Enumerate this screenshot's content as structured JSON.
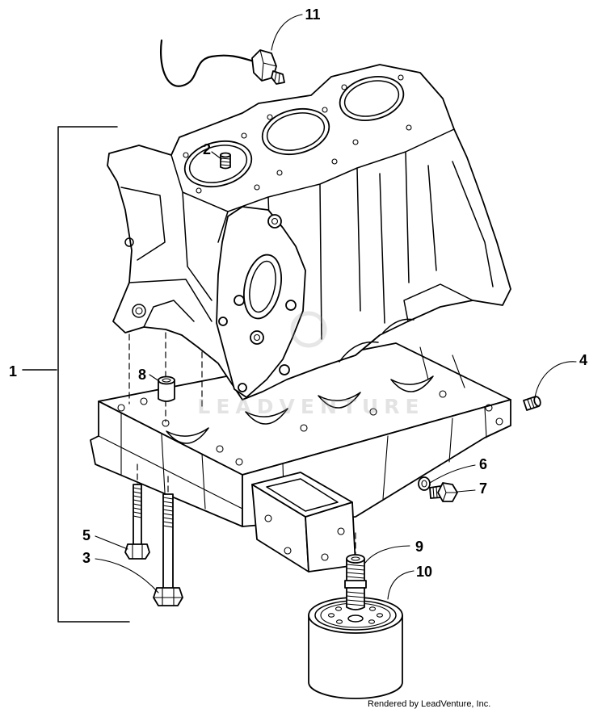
{
  "callouts": [
    "1",
    "2",
    "3",
    "4",
    "5",
    "6",
    "7",
    "8",
    "9",
    "10",
    "11"
  ],
  "watermark": {
    "text": "LEADVENTURE"
  },
  "footer": {
    "text": "Rendered by LeadVenture, Inc."
  }
}
